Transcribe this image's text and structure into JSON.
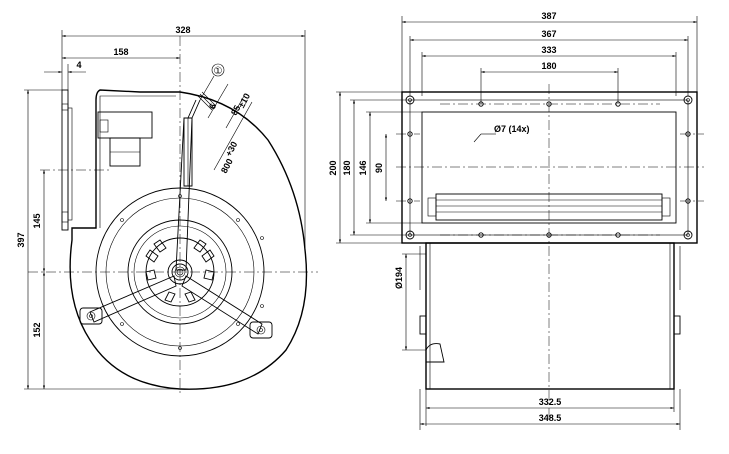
{
  "left_view": {
    "dimensions": {
      "overall_width": "328",
      "inlet_offset": "158",
      "flange_thickness": "4",
      "overall_height": "397",
      "upper_height": "145",
      "lower_height": "152"
    },
    "callout_number": "①",
    "cable": {
      "length": "800",
      "length_tol": "+30",
      "strip_short": "6",
      "strip_long": "85",
      "strip_long_tol": "±10"
    }
  },
  "right_view": {
    "dimensions": {
      "top_overall": "387",
      "top_hole_pitch": "367",
      "top_inner": "333",
      "top_hole_spacing": "180",
      "height_200": "200",
      "height_180": "180",
      "height_146": "146",
      "height_90": "90",
      "wheel_diameter": "Ø194",
      "hole_note": "Ø7 (14x)",
      "bottom_inner": "332.5",
      "bottom_overall": "348.5"
    }
  }
}
